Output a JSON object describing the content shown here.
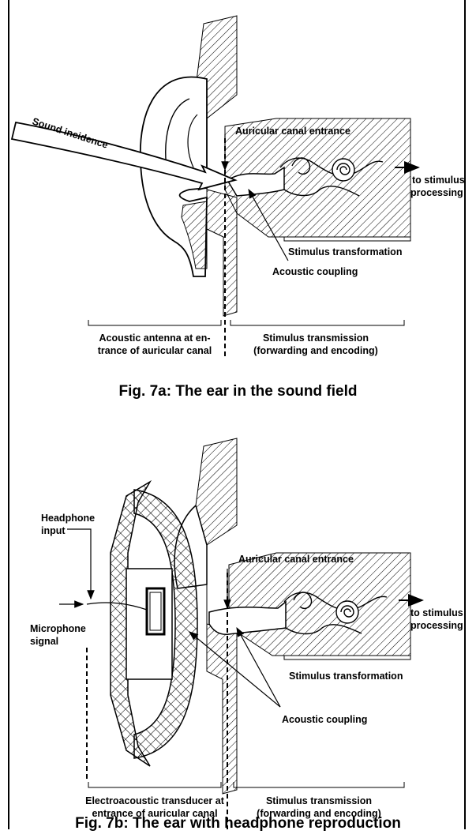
{
  "fig_a": {
    "caption": "Fig. 7a:  The ear in the sound field",
    "sound_incidence": "Sound incidence",
    "auricular_canal_entrance": "Auricular canal entrance",
    "to_stimulus_line1": "to stimulus",
    "to_stimulus_line2": "processing",
    "stimulus_transformation": "Stimulus transformation",
    "acoustic_coupling": "Acoustic coupling",
    "left_bracket_line1": "Acoustic antenna at en-",
    "left_bracket_line2": "trance of auricular canal",
    "right_bracket_line1": "Stimulus transmission",
    "right_bracket_line2": "(forwarding and encoding)"
  },
  "fig_b": {
    "caption": "Fig. 7b:  The ear with headphone reproduction",
    "headphone_input_line1": "Headphone",
    "headphone_input_line2": "input",
    "microphone_line1": "Microphone",
    "microphone_line2": "signal",
    "auricular_canal_entrance": "Auricular canal entrance",
    "to_stimulus_line1": "to stimulus",
    "to_stimulus_line2": "processing",
    "stimulus_transformation": "Stimulus transformation",
    "acoustic_coupling": "Acoustic coupling",
    "left_bracket_line1": "Electroacoustic transducer at",
    "left_bracket_line2": "entrance of auricular canal",
    "right_bracket_line1": "Stimulus transmission",
    "right_bracket_line2": "(forwarding and encoding)"
  }
}
